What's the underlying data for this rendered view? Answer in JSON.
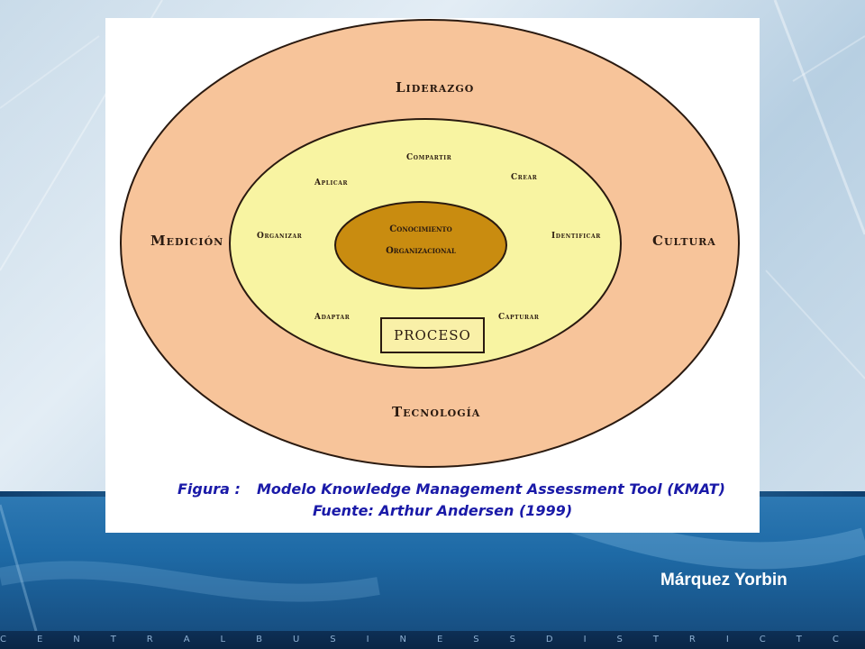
{
  "slide": {
    "author": "Márquez Yorbin",
    "footer_text": "C E N T R A L B U S I N E S S D I S T R I C T C E N T R A L B U S I N E S S D I S T R I C T C E N T R A"
  },
  "diagram": {
    "outer_labels": {
      "top": "Liderazgo",
      "left": "Medición",
      "right": "Cultura",
      "bottom": "Tecnología"
    },
    "process_labels": {
      "compartir": "Compartir",
      "crear": "Crear",
      "aplicar": "Aplicar",
      "organizar": "Organizar",
      "identificar": "Identificar",
      "adaptar": "Adaptar",
      "capturar": "Capturar"
    },
    "core": {
      "line1": "Conocimiento",
      "line2": "Organizacional"
    },
    "process_box": "PROCESO",
    "caption": {
      "prefix": "Figura :",
      "title": "Modelo Knowledge Management Assessment Tool (KMAT)",
      "source": "Fuente: Arthur Andersen (1999)"
    },
    "colors": {
      "outer": "#f7c49a",
      "middle": "#f8f4a2",
      "core": "#c98c10",
      "caption": "#1a1aa8"
    }
  }
}
